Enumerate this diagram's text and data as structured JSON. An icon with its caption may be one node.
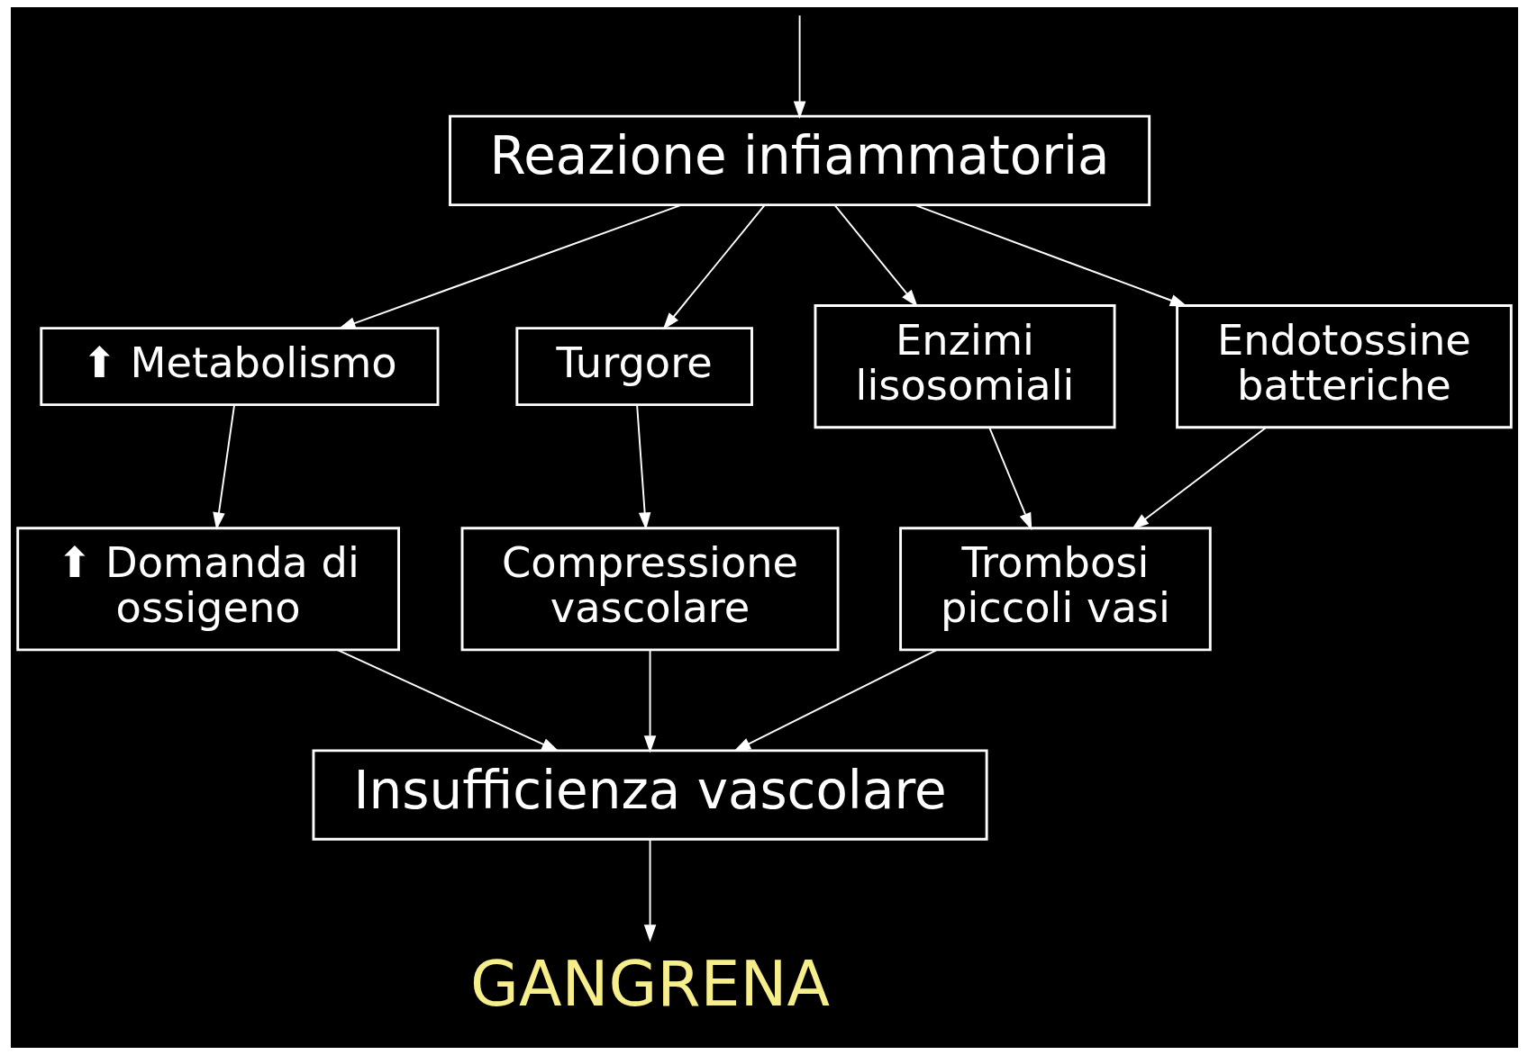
{
  "diagram": {
    "nodes": [
      {
        "text": [
          "Reazione infiammatoria"
        ]
      },
      {
        "text": [
          "⬆ Metabolismo"
        ]
      },
      {
        "text": [
          "Turgore"
        ]
      },
      {
        "text": [
          "Enzimi lisosomiali"
        ]
      },
      {
        "text": [
          "Endotossine batteriche"
        ]
      },
      {
        "text": [
          "⬆ Domanda di ossigeno"
        ]
      },
      {
        "text": [
          "Compressione vascolare"
        ]
      },
      {
        "text": [
          "Trombosi piccoli vasi"
        ]
      },
      {
        "text": [
          "Insufficienza vascolare"
        ]
      },
      {
        "text": [
          "GANGRENA"
        ]
      }
    ],
    "edges": [
      {
        "from": null,
        "to": 0,
        "arrow": "to"
      },
      {
        "from": 0,
        "to": 1,
        "arrow": "to"
      },
      {
        "from": 0,
        "to": 2,
        "arrow": "to"
      },
      {
        "from": 0,
        "to": 3,
        "arrow": "to"
      },
      {
        "from": 0,
        "to": 4,
        "arrow": "to"
      },
      {
        "from": 1,
        "to": 5,
        "arrow": "to"
      },
      {
        "from": 2,
        "to": 6,
        "arrow": "to"
      },
      {
        "from": 3,
        "to": 7,
        "arrow": "to"
      },
      {
        "from": 4,
        "to": 7,
        "arrow": "to"
      },
      {
        "from": 5,
        "to": 8,
        "arrow": "to"
      },
      {
        "from": 6,
        "to": 8,
        "arrow": "to"
      },
      {
        "from": 7,
        "to": 8,
        "arrow": "to"
      },
      {
        "from": 8,
        "to": 9,
        "arrow": "to"
      }
    ]
  }
}
